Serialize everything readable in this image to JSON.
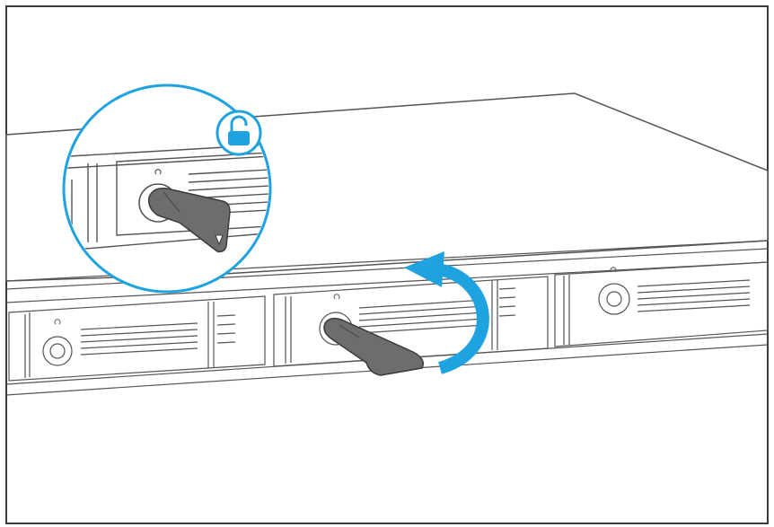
{
  "diagram": {
    "figure_label": "",
    "colors": {
      "frame": "#3a3a3a",
      "line": "#555555",
      "accent": "#1fa3e0",
      "key": "#6d6d6d",
      "key_dark": "#4a4a4a",
      "background": "#ffffff"
    },
    "icons": {
      "lock_state": "unlock-icon",
      "rotation": "rotate-arrow-icon"
    },
    "bays": [
      "bay-1",
      "bay-2",
      "bay-3"
    ]
  }
}
